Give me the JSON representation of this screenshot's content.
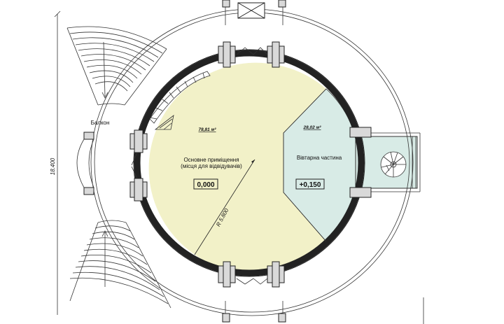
{
  "labels": {
    "balcony": "Балкон",
    "main_area": "78,81 м²",
    "altar_area": "28,02 м²",
    "main_room_line1": "Основне приміщення",
    "main_room_line2": "(місця для відвідувачів)",
    "altar_room": "Вівтарна частина",
    "level_main": "0,000",
    "level_altar": "+0,150",
    "radius": "R 5.800",
    "overall_dim": "18.400"
  },
  "colors": {
    "main_fill": "#f2f1c8",
    "altar_fill": "#d8ebe6",
    "pier_fill": "#d9d9d9",
    "line": "#222222"
  }
}
